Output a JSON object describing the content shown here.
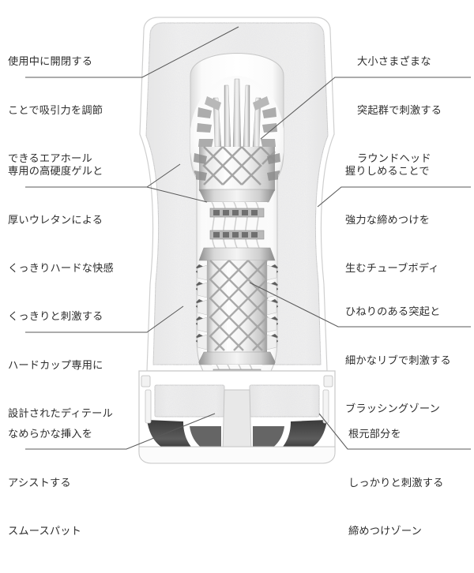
{
  "page": {
    "title": "TENGA ハードカップ 内部構造図",
    "background": "#ffffff",
    "text_color": "#2e2e2e",
    "line_color": "#595959"
  },
  "annotations": [
    {
      "id": "air-hole",
      "side": "left",
      "lines": [
        "使用中に開閉する",
        "ことで吸引力を調節",
        "できるエアホール"
      ],
      "text": "使用中に開閉することで吸引力を調節できるエアホール"
    },
    {
      "id": "round-head",
      "side": "right",
      "lines": [
        "大小さまざまな",
        "突起群で刺激する",
        "ラウンドヘッド"
      ],
      "text": "大小さまざまな突起群で刺激するラウンドヘッド"
    },
    {
      "id": "hard-gel",
      "side": "left",
      "lines": [
        "専用の高硬度ゲルと",
        "厚いウレタンによる",
        "くっきりハードな快感"
      ],
      "text": "専用の高硬度ゲルと厚いウレタンによるくっきりハードな快感"
    },
    {
      "id": "tube-body",
      "side": "right",
      "lines": [
        "握りしめることで",
        "強力な締めつけを",
        "生むチューブボディ"
      ],
      "text": "握りしめることで強力な締めつけを生むチューブボディ"
    },
    {
      "id": "hard-cup-detail",
      "side": "left",
      "lines": [
        "くっきりと刺激する",
        "ハードカップ専用に",
        "設計されたディテール"
      ],
      "text": "くっきりと刺激するハードカップ専用に設計されたディテール"
    },
    {
      "id": "brushing-zone",
      "side": "right",
      "lines": [
        "ひねりのある突起と",
        "細かなリブで刺激する",
        "ブラッシングゾーン"
      ],
      "text": "ひねりのある突起と細かなリブで刺激するブラッシングゾーン"
    },
    {
      "id": "smooth-pat",
      "side": "left",
      "lines": [
        "なめらかな挿入を",
        "アシストする",
        "スムースパット"
      ],
      "text": "なめらかな挿入をアシストするスムースパット"
    },
    {
      "id": "tightening-zone",
      "side": "right",
      "lines": [
        "根元部分を",
        "しっかりと刺激する",
        "締めつけゾーン"
      ],
      "text": "根元部分をしっかりと刺激する締めつけゾーン"
    }
  ],
  "product": {
    "name": "ハードカップ カットモデル",
    "shell_color": "#efefef",
    "shell_edge": "#b9b9b9",
    "inner_color": "#fbfbfb",
    "detail_shadow": "#8d8d8d"
  }
}
